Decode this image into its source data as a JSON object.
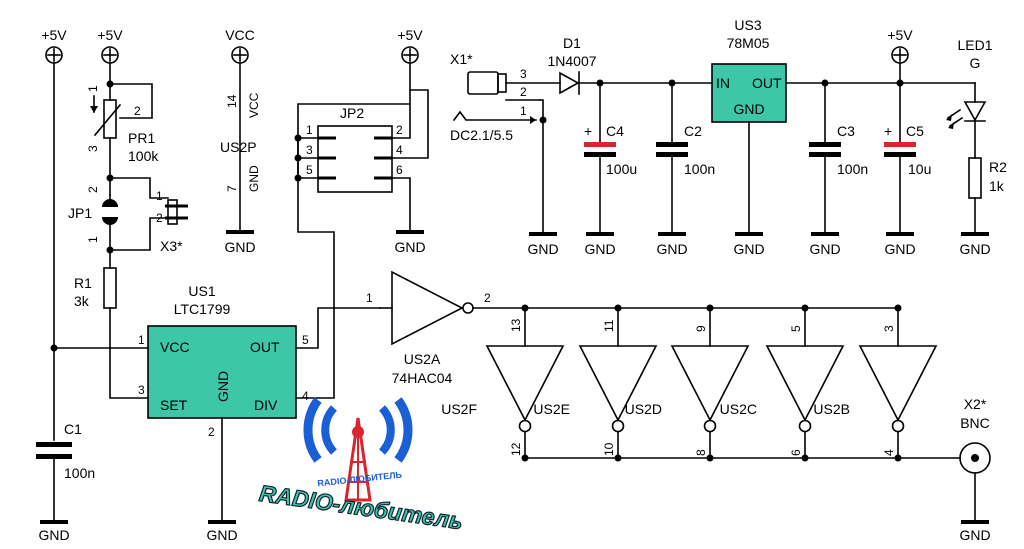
{
  "rails": {
    "p5v": "+5V",
    "vcc": "VCC",
    "gnd": "GND"
  },
  "logo": {
    "main": "RADIO-любитель",
    "small": "RADIO-ЛЮБИТЕЛЬ",
    "colors": {
      "waves": "#1a5fd6",
      "tower": "#d8262c"
    }
  },
  "colors": {
    "ic_fill": "#3ec7a6",
    "cap_polar": "#d8262c"
  },
  "parts": {
    "pr1": {
      "ref": "PR1",
      "value": "100k",
      "pin1": "1",
      "pin2": "2",
      "pin3": "3"
    },
    "jp1": {
      "ref": "JP1",
      "pin1": "1",
      "pin2": "2"
    },
    "x3": {
      "ref": "X3*",
      "pin1": "1",
      "pin2": "2"
    },
    "r1": {
      "ref": "R1",
      "value": "3k"
    },
    "c1": {
      "ref": "C1",
      "value": "100n"
    },
    "us1": {
      "ref": "US1",
      "type": "LTC1799",
      "vcc": "VCC",
      "set": "SET",
      "out": "OUT",
      "div": "DIV",
      "gnd": "GND",
      "p1": "1",
      "p2": "2",
      "p3": "3",
      "p4": "4",
      "p5": "5"
    },
    "us2p": {
      "ref": "US2P",
      "p14": "14",
      "p7": "7",
      "vcc": "VCC",
      "gnd": "GND"
    },
    "jp2": {
      "ref": "JP2",
      "p1": "1",
      "p2": "2",
      "p3": "3",
      "p4": "4",
      "p5": "5",
      "p6": "6"
    },
    "us2a": {
      "ref": "US2A",
      "type": "74HAC04",
      "pin_in": "1",
      "pin_out": "2"
    },
    "x1": {
      "ref": "X1*",
      "type": "DC2.1/5.5",
      "p1": "1",
      "p2": "2",
      "p3": "3"
    },
    "d1": {
      "ref": "D1",
      "type": "1N4007"
    },
    "c4": {
      "ref": "C4",
      "value": "100u",
      "plus": "+"
    },
    "c2": {
      "ref": "C2",
      "value": "100n"
    },
    "us3": {
      "ref": "US3",
      "type": "78M05",
      "in": "IN",
      "out": "OUT",
      "gnd": "GND"
    },
    "c3": {
      "ref": "C3",
      "value": "100n"
    },
    "c5": {
      "ref": "C5",
      "value": "10u",
      "plus": "+"
    },
    "led1": {
      "ref": "LED1",
      "color": "G"
    },
    "r2": {
      "ref": "R2",
      "value": "1k"
    },
    "x2": {
      "ref": "X2*",
      "type": "BNC"
    },
    "buffers": [
      {
        "ref": "US2F",
        "pin_in": "13",
        "pin_out": "12"
      },
      {
        "ref": "US2E",
        "pin_in": "11",
        "pin_out": "10"
      },
      {
        "ref": "US2D",
        "pin_in": "9",
        "pin_out": "8"
      },
      {
        "ref": "US2C",
        "pin_in": "5",
        "pin_out": "6"
      },
      {
        "ref": "US2B",
        "pin_in": "3",
        "pin_out": "4"
      }
    ]
  }
}
